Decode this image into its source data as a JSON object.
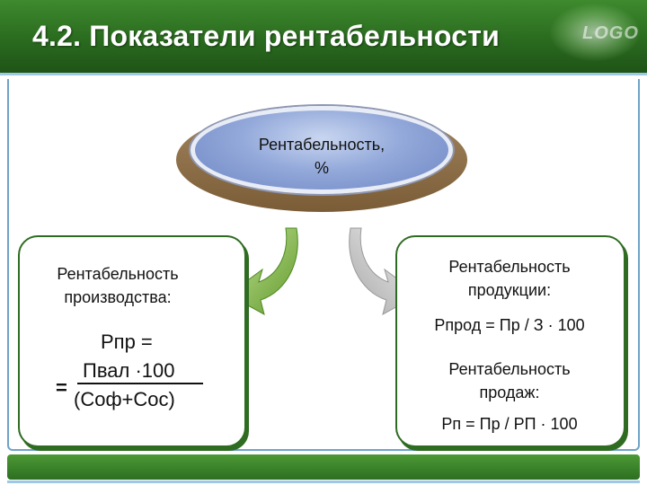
{
  "header": {
    "title": "4.2. Показатели рентабельности",
    "logo_text": "LOGO"
  },
  "center": {
    "line1": "Рентабельность,",
    "line2": "%"
  },
  "left_panel": {
    "title_line1": "Рентабельность",
    "title_line2": "производства:",
    "formula_lead": "Рпр =",
    "numerator": "Пвал ·100",
    "denominator": "(Соф+Сос)",
    "equals_mark": "="
  },
  "right_panel": {
    "title1_line1": "Рентабельность",
    "title1_line2": "продукции:",
    "formula1": "Рпрод = Пр / З · 100",
    "title2_line1": "Рентабельность",
    "title2_line2": "продаж:",
    "formula2": "Рп = Пр / РП · 100"
  },
  "colors": {
    "header_green": "#2a6b1f",
    "border_blue": "#6ea3c8",
    "ellipse_blue": "#93a9da",
    "arrow_left_green": "#7bb33e",
    "arrow_right_gray": "#c9c9c9",
    "panel_border": "#2f6c22"
  },
  "icons": {
    "left_arrow": "curved-arrow-down-left",
    "right_arrow": "curved-arrow-down-right"
  }
}
